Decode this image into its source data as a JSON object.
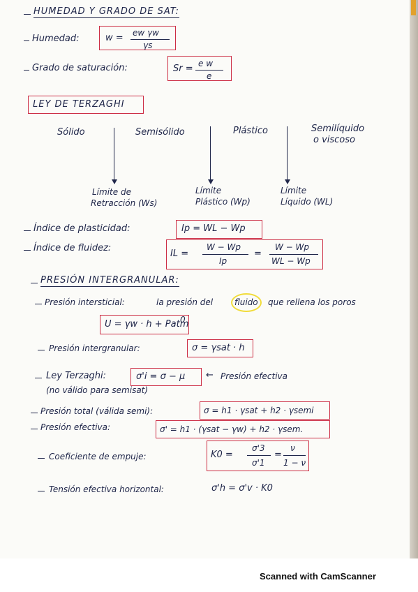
{
  "s1": {
    "heading": "HUMEDAD Y GRADO DE SAT:",
    "humedad_label": "Humedad:",
    "w_lhs": "w =",
    "w_num": "ew γw",
    "w_den": "γs",
    "grado_label": "Grado de saturación:",
    "sr_lhs": "Sr =",
    "sr_num": "e w",
    "sr_den": "e"
  },
  "s2": {
    "title": "LEY DE TERZAGHI",
    "states": [
      "Sólido",
      "Semisólido",
      "Plástico",
      "Semilíquido",
      "o viscoso"
    ],
    "limits": [
      {
        "line1": "Límite de",
        "line2": "Retracción (Ws)"
      },
      {
        "line1": "Límite",
        "line2": "Plástico (Wp)"
      },
      {
        "line1": "Límite",
        "line2": "Líquido (WL)"
      }
    ],
    "ip_label": "Índice de plasticidad:",
    "ip_formula": "Ip = WL − Wp",
    "il_label": "Índice de fluidez:",
    "il_lhs": "IL =",
    "il_num1": "W − Wp",
    "il_den1": "Ip",
    "il_eq": "=",
    "il_num2": "W − Wp",
    "il_den2": "WL − Wp"
  },
  "s3": {
    "heading": "PRESIÓN INTERGRANULAR:",
    "intersticial_label": "Presión intersticial:",
    "intersticial_text1": "la presión del",
    "intersticial_fluido": "fluido",
    "intersticial_text2": "que rellena los poros",
    "u_formula": "U = γw · h + Patm",
    "u_sup": "0",
    "intergranular_label": "Presión intergranular:",
    "intergranular_formula": "σ = γsat · h",
    "terzaghi_label": "Ley Terzaghi:",
    "terzaghi_formula": "σ'i = σ − μ",
    "terzaghi_arrow_text": "Presión efectiva",
    "terzaghi_note": "(no válido para semisat)",
    "total_label": "Presión total (válida semi):",
    "total_formula": "σ = h1 · γsat + h2 · γsemi",
    "efectiva_label": "Presión efectiva:",
    "efectiva_formula": "σ' = h1 · (γsat − γw) + h2 · γsem.",
    "empuje_label": "Coeficiente de empuje:",
    "k_lhs": "K0 =",
    "k_num1": "σ'3",
    "k_den1": "σ'1",
    "k_eq": "=",
    "k_num2": "ν",
    "k_den2": "1 − ν",
    "tension_label": "Tensión efectiva horizontal:",
    "tension_formula": "σ'h = σ'v · K0"
  },
  "footer": "Scanned with CamScanner"
}
